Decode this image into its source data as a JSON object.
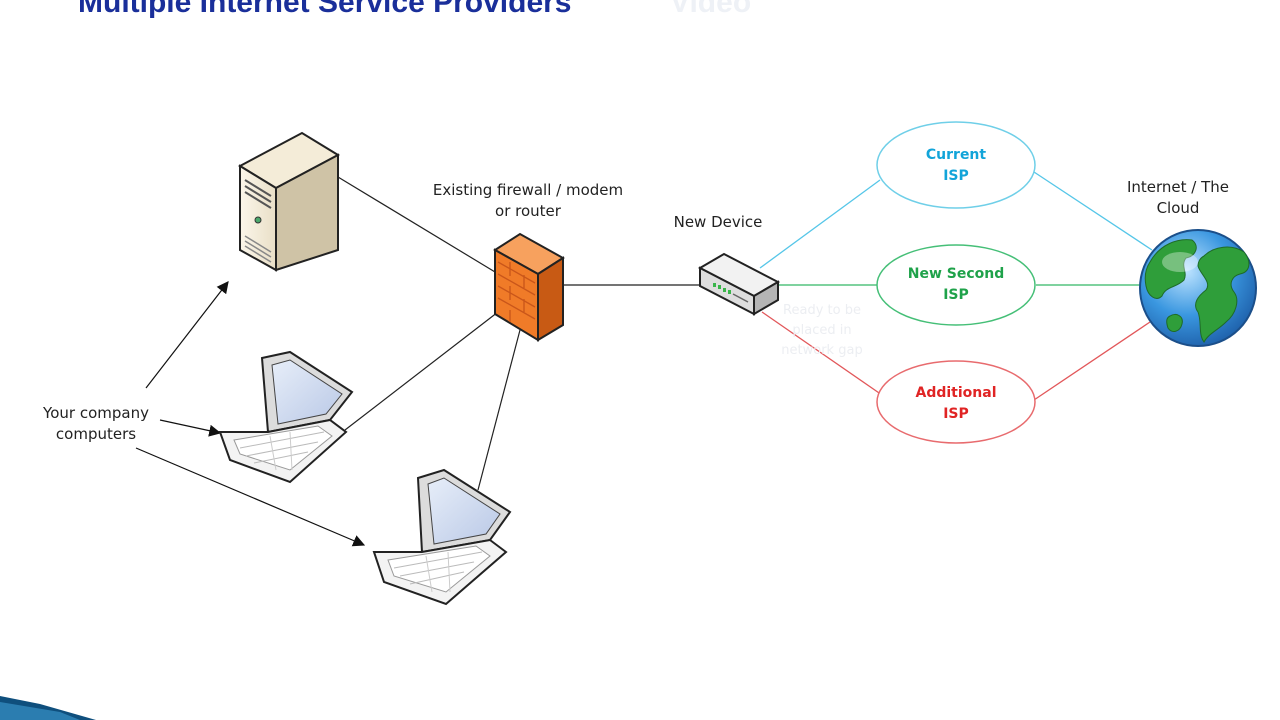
{
  "slide": {
    "title": "Multiple Internet Service Providers",
    "title_ghost": "Video"
  },
  "labels": {
    "firewall_line1": "Existing firewall / modem",
    "firewall_line2": "or router",
    "new_device": "New Device",
    "internet_line1": "Internet / The",
    "internet_line2": "Cloud",
    "computers_line1": "Your company",
    "computers_line2": "computers"
  },
  "isps": [
    {
      "line1": "Current",
      "line2": "ISP",
      "color": "#12a4d9"
    },
    {
      "line1": "New Second",
      "line2": "ISP",
      "color": "#1fa24a"
    },
    {
      "line1": "Additional",
      "line2": "ISP",
      "color": "#e02424"
    }
  ],
  "ghost_note": [
    "Ready to be",
    "placed in",
    "network gap"
  ],
  "colors": {
    "title": "#1a2f9a",
    "link_current": "#55c6e8",
    "link_second": "#33b866",
    "link_additional": "#e2575a",
    "ellipse_current": "#6fcfe8",
    "ellipse_second": "#45bf77",
    "ellipse_additional": "#e86b6e",
    "firewall": "#f07b28",
    "globe_ocean": "#2f8fdc",
    "globe_land": "#2f9e3a",
    "corner_accent": "#0f4f7d"
  }
}
